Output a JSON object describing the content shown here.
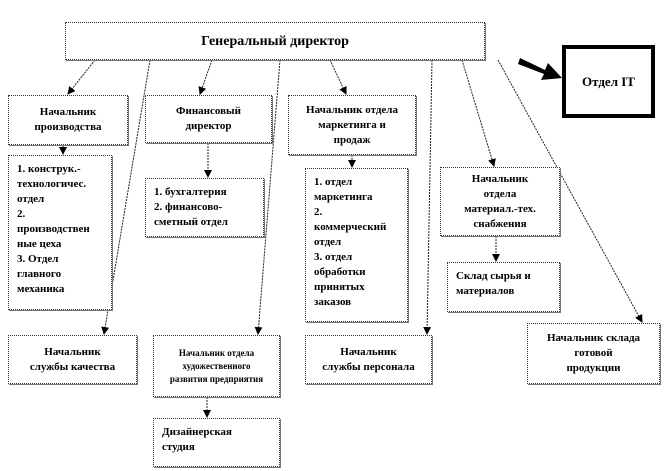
{
  "general_director": "Генеральный директор",
  "it_department": "Отдел IT",
  "production_head": "Начальник\nпроизводства",
  "production_units": "1. конструк.-\nтехнологичес.\nотдел\n2.\nпроизводствен\nные цеха\n3. Отдел\nглавного\nмеханика",
  "financial_director": "Финансовый\nдиректор",
  "finance_units": "1. бухгалтерия\n2. финансово-\nсметный отдел",
  "marketing_head": "Начальник отдела\nмаркетинга и\nпродаж",
  "marketing_units": "1. отдел\nмаркетинга\n2.\nкоммерческий\nотдел\n3. отдел\nобработки\nпринятых\nзаказов",
  "supply_head": "Начальник\nотдела\nматериал.-тех.\nснабжения",
  "raw_warehouse": "Склад сырья и\nматериалов",
  "quality_head": "Начальник\nслужбы качества",
  "art_development_head": "Начальник отдела\nхудожественного\nразвития предприятия",
  "design_studio": "Дизайнерская\nстудия",
  "personnel_head": "Начальник\nслужбы персонала",
  "finished_goods_warehouse_head": "Начальник склада\nготовой\nпродукции"
}
